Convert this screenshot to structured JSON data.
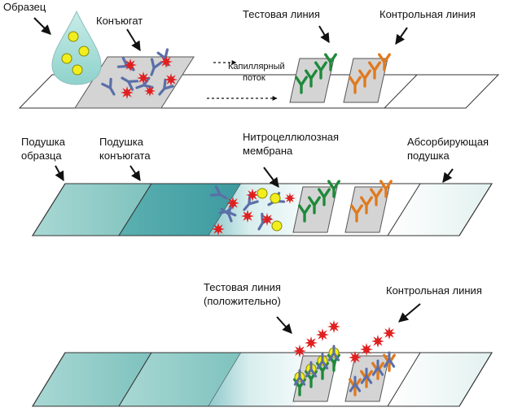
{
  "panel1": {
    "sample": "Образец",
    "conjugate": "Конъюгат",
    "test_line": "Тестовая линия",
    "control_line": "Контрольная линия",
    "capillary_line1": "Капиллярный",
    "capillary_line2": "поток"
  },
  "panel2": {
    "sample_pad_line1": "Подушка",
    "sample_pad_line2": "образца",
    "conjugate_pad_line1": "Подушка",
    "conjugate_pad_line2": "конъюгата",
    "membrane_line1": "Нитроцеллюлозная",
    "membrane_line2": "мембрана",
    "absorbent_pad_line1": "Абсорбирующая",
    "absorbent_pad_line2": "подушка"
  },
  "panel3": {
    "test_line_line1": "Тестовая линия",
    "test_line_line2": "(положительно)",
    "control_line": "Контрольная линия"
  },
  "colors": {
    "antigen": "#f2ee1e",
    "conjugate_antibody": "#5a6fa8",
    "label_star": "#e02020",
    "test_antibody": "#1e8a3a",
    "control_antibody": "#e07a1e",
    "pad_teal": "#82c7c3",
    "pad_light": "#c9e6e2",
    "line_zone": "#c8c8c8"
  }
}
